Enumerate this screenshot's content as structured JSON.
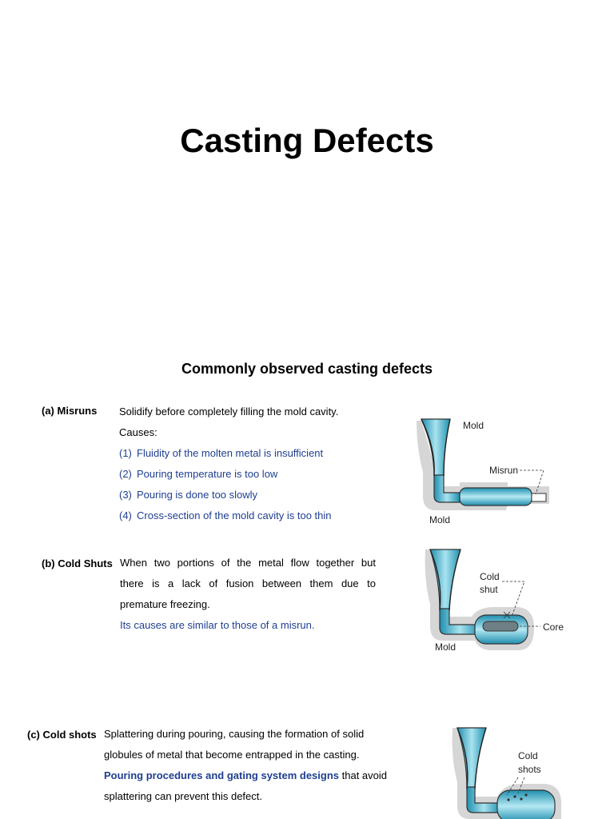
{
  "title": "Casting Defects",
  "subtitle": "Commonly observed casting defects",
  "colors": {
    "cause_text": "#1f3f8f",
    "metal": "#3aa9c4",
    "mold_gray": "#d6d6d6"
  },
  "misruns": {
    "label": "(a) Misruns",
    "description": "Solidify before completely filling the mold cavity.",
    "causes_heading": "Causes:",
    "causes": [
      {
        "num": "(1)",
        "text": "Fluidity of the molten metal is insufficient"
      },
      {
        "num": "(2)",
        "text": "Pouring temperature is too low"
      },
      {
        "num": "(3)",
        "text": "Pouring is done too slowly"
      },
      {
        "num": "(4)",
        "text": "Cross-section of the mold cavity is too thin"
      }
    ],
    "figure": {
      "label_top": "Mold",
      "label_bottom": "Mold",
      "label_defect": "Misrun"
    }
  },
  "cold_shuts": {
    "label": "(b) Cold Shuts",
    "lines": [
      "When two portions of the metal flow together but",
      "there is a lack of fusion between them due to",
      "premature freezing."
    ],
    "note": "Its causes are similar to those of a misrun.",
    "figure": {
      "label_cold": "Cold",
      "label_shut": "shut",
      "label_core": "Core",
      "label_mold": "Mold"
    }
  },
  "cold_shots": {
    "label": "(c) Cold shots",
    "lines": [
      "Splattering during pouring, causing the formation of solid",
      "globules of metal that become entrapped in the casting."
    ],
    "emph": "Pouring procedures and gating system designs",
    "emph_rest": " that avoid",
    "last_line": "splattering can prevent this defect.",
    "figure": {
      "label_cold": "Cold",
      "label_shots": "shots"
    }
  }
}
